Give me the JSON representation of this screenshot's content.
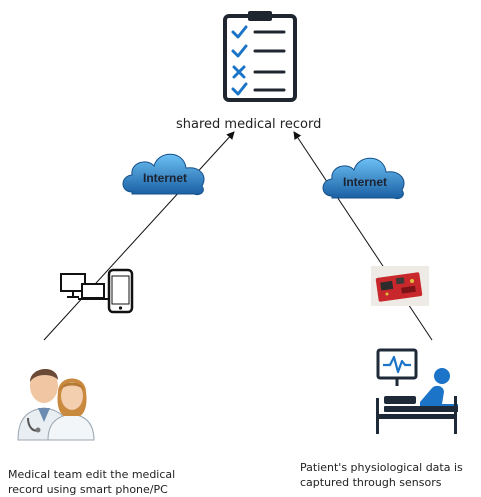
{
  "record": {
    "label": "shared medical record",
    "icon": "checklist-clipboard-icon"
  },
  "clouds": [
    {
      "label": "Internet",
      "icon": "cloud-icon"
    },
    {
      "label": "Internet",
      "icon": "cloud-icon"
    }
  ],
  "devices": {
    "icon": "computer-and-smartphone-icon"
  },
  "sensor": {
    "icon": "sensor-board-photo"
  },
  "medical_team": {
    "icon": "doctors-icon",
    "caption_line1": "Medical team edit the medical",
    "caption_line2": "record using smart phone/PC"
  },
  "patient": {
    "icon": "patient-bed-monitor-icon",
    "caption_line1": "Patient's physiological data is",
    "caption_line2": "captured through sensors"
  },
  "colors": {
    "accent": "#1b74c7",
    "cloud_light": "#4aa9ec",
    "cloud_dark": "#1a5fa3",
    "bed_dark": "#1e2a38",
    "doctor_coat": "#e9eef2",
    "sensor_red": "#c8282c"
  }
}
